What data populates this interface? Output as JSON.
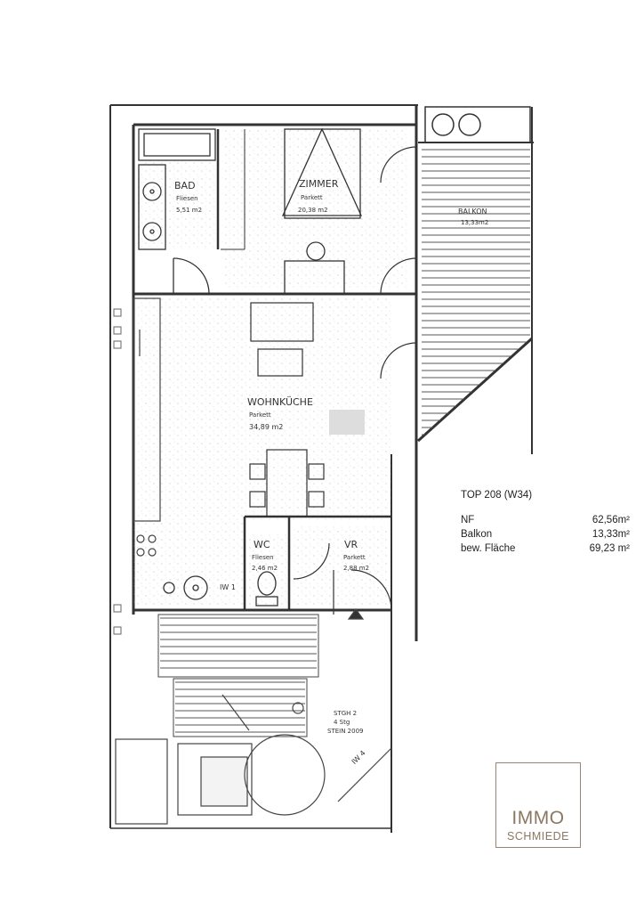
{
  "plan": {
    "rooms": {
      "bad": {
        "name": "BAD",
        "floor": "Fliesen",
        "area": "5,51 m2"
      },
      "zimmer": {
        "name": "ZIMMER",
        "floor": "Parkett",
        "area": "20,38 m2"
      },
      "balkon": {
        "name": "BALKON",
        "area": "13,33m2"
      },
      "wohnkueche": {
        "name": "WOHNKÜCHE",
        "floor": "Parkett",
        "area": "34,89 m2"
      },
      "wc": {
        "name": "WC",
        "floor": "Fliesen",
        "area": "2,46 m2"
      },
      "vr": {
        "name": "VR",
        "floor": "Parkett",
        "area": "2,88 m2"
      },
      "stiege": {
        "name": "STGH 2",
        "line2": "4 Stg",
        "line3": "STEIN 2009"
      }
    },
    "marks": {
      "iw1": "IW 1",
      "iw4": "IW 4"
    }
  },
  "info": {
    "title": "TOP 208 (W34)",
    "rows": [
      {
        "label": "NF",
        "value": "62,56m²"
      },
      {
        "label": "Balkon",
        "value": "13,33m²"
      },
      {
        "label": "bew. Fläche",
        "value": "69,23 m²"
      }
    ]
  },
  "logo": {
    "line1": "IMMO",
    "line2": "SCHMIEDE",
    "color": "#8c7760"
  }
}
